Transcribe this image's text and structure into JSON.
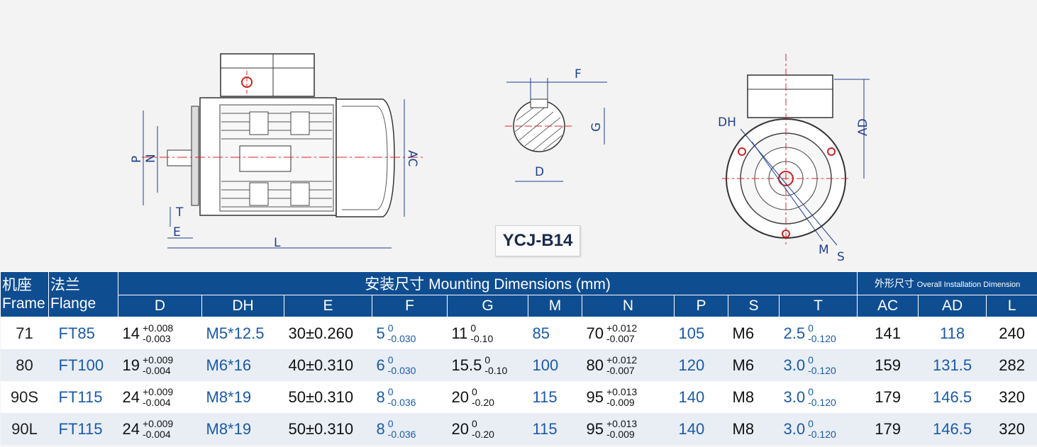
{
  "model": "YCJ-B14",
  "side_labels": {
    "P": "P",
    "N": "N",
    "T": "T",
    "E": "E",
    "L": "L",
    "AC": "AC"
  },
  "key_labels": {
    "F": "F",
    "G": "G",
    "D": "D"
  },
  "end_labels": {
    "DH": "DH",
    "AD": "AD",
    "M": "M",
    "S": "S"
  },
  "header": {
    "frame_cn": "机座",
    "frame_en": "Frame",
    "flange_cn": "法兰",
    "flange_en": "Flange",
    "mount": "安装尺寸 Mounting Dimensions (mm)",
    "overall_cn": "外形尺寸",
    "overall_en": "Overall Installation Dimension",
    "cols": {
      "D": "D",
      "DH": "DH",
      "E": "E",
      "F": "F",
      "G": "G",
      "M": "M",
      "N": "N",
      "P": "P",
      "S": "S",
      "T": "T",
      "AC": "AC",
      "AD": "AD",
      "L": "L"
    }
  },
  "rows": [
    {
      "frame": "71",
      "flange": "FT85",
      "d": "14",
      "d_up": "+0.008",
      "d_lo": "-0.003",
      "dh": "M5*12.5",
      "e": "30±0.260",
      "f": "5",
      "f_up": "0",
      "f_lo": "-0.030",
      "g": "11",
      "g_up": "0",
      "g_lo": "-0.10",
      "m": "85",
      "n": "70",
      "n_up": "+0.012",
      "n_lo": "-0.007",
      "p": "105",
      "s": "M6",
      "t": "2.5",
      "t_up": "0",
      "t_lo": "-0.120",
      "ac": "141",
      "ad": "118",
      "l": "240"
    },
    {
      "frame": "80",
      "flange": "FT100",
      "d": "19",
      "d_up": "+0.009",
      "d_lo": "-0.004",
      "dh": "M6*16",
      "e": "40±0.310",
      "f": "6",
      "f_up": "0",
      "f_lo": "-0.030",
      "g": "15.5",
      "g_up": "0",
      "g_lo": "-0.10",
      "m": "100",
      "n": "80",
      "n_up": "+0.012",
      "n_lo": "-0.007",
      "p": "120",
      "s": "M6",
      "t": "3.0",
      "t_up": "0",
      "t_lo": "-0.120",
      "ac": "159",
      "ad": "131.5",
      "l": "282"
    },
    {
      "frame": "90S",
      "flange": "FT115",
      "d": "24",
      "d_up": "+0.009",
      "d_lo": "-0.004",
      "dh": "M8*19",
      "e": "50±0.310",
      "f": "8",
      "f_up": "0",
      "f_lo": "-0.036",
      "g": "20",
      "g_up": "0",
      "g_lo": "-0.20",
      "m": "115",
      "n": "95",
      "n_up": "+0.013",
      "n_lo": "-0.009",
      "p": "140",
      "s": "M8",
      "t": "3.0",
      "t_up": "0",
      "t_lo": "-0.120",
      "ac": "179",
      "ad": "146.5",
      "l": "320"
    },
    {
      "frame": "90L",
      "flange": "FT115",
      "d": "24",
      "d_up": "+0.009",
      "d_lo": "-0.004",
      "dh": "M8*19",
      "e": "50±0.310",
      "f": "8",
      "f_up": "0",
      "f_lo": "-0.036",
      "g": "20",
      "g_up": "0",
      "g_lo": "-0.20",
      "m": "115",
      "n": "95",
      "n_up": "+0.013",
      "n_lo": "-0.009",
      "p": "140",
      "s": "M8",
      "t": "3.0",
      "t_up": "0",
      "t_lo": "-0.120",
      "ac": "179",
      "ad": "146.5",
      "l": "320"
    }
  ],
  "colors": {
    "header_bg": "#0f4d91",
    "dim_line": "#1f3f8f",
    "center_line": "#e02020",
    "row_alt": "#e9eef5"
  }
}
